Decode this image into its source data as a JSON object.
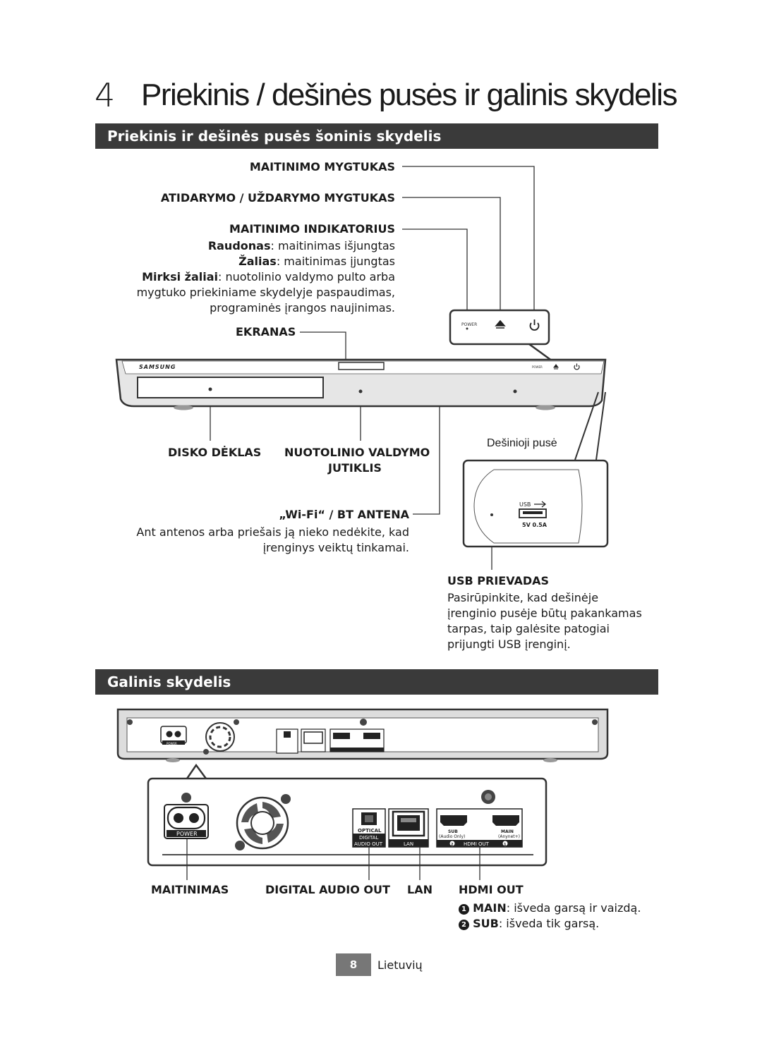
{
  "chapter": {
    "number": "4",
    "title": "Priekinis / dešinės pusės ir galinis skydelis"
  },
  "front_section": {
    "heading": "Priekinis ir dešinės pusės šoninis skydelis",
    "labels": {
      "power_button": "MAITINIMO MYGTUKAS",
      "eject_button": "ATIDARYMO / UŽDARYMO MYGTUKAS",
      "power_indicator": "MAITINIMO INDIKATORIUS",
      "display": "EKRANAS",
      "disc_tray": "DISKO DĖKLAS",
      "remote_sensor_1": "NUOTOLINIO VALDYMO",
      "remote_sensor_2": "JUTIKLIS",
      "wifi_antenna": "„Wi-Fi“ / BT ANTENA",
      "usb_port": "USB PRIEVADAS",
      "right_side": "Dešinioji pusė"
    },
    "indicator_desc": {
      "red_term": "Raudonas",
      "red_text": ": maitinimas išjungtas",
      "green_term": "Žalias",
      "green_text": ": maitinimas įjungtas",
      "blink_term": "Mirksi žaliai",
      "blink_text": ": nuotolinio valdymo pulto arba",
      "line4": "mygtuko priekiniame skydelyje paspaudimas,",
      "line5": "programinės įrangos naujinimas."
    },
    "antenna_desc": {
      "line1": "Ant antenos arba priešais ją nieko nedėkite, kad",
      "line2": "įrenginys veiktų tinkamai."
    },
    "usb_desc": {
      "line1": "Pasirūpinkite, kad dešinėje",
      "line2": "įrenginio pusėje būtų pakankamas",
      "line3": "tarpas, taip galėsite patogiai",
      "line4": "prijungti USB įrenginį."
    },
    "device_marks": {
      "brand": "SAMSUNG",
      "power_small": "POWER",
      "usb_mark": "USB",
      "usb_rating": "5V 0.5A"
    }
  },
  "rear_section": {
    "heading": "Galinis skydelis",
    "labels": {
      "power": "MAITINIMAS",
      "digital_audio_out": "DIGITAL AUDIO OUT",
      "lan": "LAN",
      "hdmi_out": "HDMI OUT"
    },
    "hdmi_notes": {
      "main_num": "1",
      "main_term": "MAIN",
      "main_text": ": išveda garsą ir vaizdą.",
      "sub_num": "2",
      "sub_term": "SUB",
      "sub_text": ": išveda tik garsą."
    },
    "panel_marks": {
      "power": "POWER",
      "optical": "OPTICAL",
      "digital": "DIGITAL",
      "audio_out": "AUDIO OUT",
      "lan": "LAN",
      "sub": "SUB",
      "audio_only": "(Audio Only)",
      "main": "MAIN",
      "anynet": "(Anynet+)",
      "hdmi_out": "HDMI OUT",
      "num_1": "1",
      "num_2": "2"
    }
  },
  "footer": {
    "page": "8",
    "language": "Lietuvių"
  }
}
